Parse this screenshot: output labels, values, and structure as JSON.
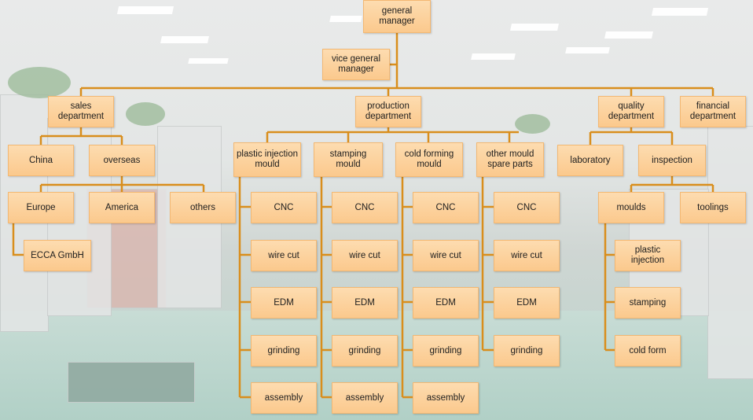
{
  "nodes": {
    "gm": "general\nmanager",
    "vgm": "vice general\nmanager",
    "sales": "sales\ndepartment",
    "production": "production\ndepartment",
    "quality": "quality\ndepartment",
    "financial": "financial\ndepartment",
    "china": "China",
    "overseas": "overseas",
    "europe": "Europe",
    "america": "America",
    "others": "others",
    "ecca": "ECCA GmbH",
    "pim": "plastic injection\nmould",
    "stamp": "stamping mould",
    "cold": "cold forming\nmould",
    "other": "other mould\nspare parts",
    "lab": "laboratory",
    "insp": "inspection",
    "moulds": "moulds",
    "tool": "toolings",
    "pim_cnc": "CNC",
    "pim_wire": "wire cut",
    "pim_edm": "EDM",
    "pim_grind": "grinding",
    "pim_asm": "assembly",
    "st_cnc": "CNC",
    "st_wire": "wire cut",
    "st_edm": "EDM",
    "st_grind": "grinding",
    "st_asm": "assembly",
    "cf_cnc": "CNC",
    "cf_wire": "wire cut",
    "cf_edm": "EDM",
    "cf_grind": "grinding",
    "cf_asm": "assembly",
    "om_cnc": "CNC",
    "om_wire": "wire cut",
    "om_edm": "EDM",
    "om_grind": "grinding",
    "m_pi": "plastic injection",
    "m_stamp": "stamping",
    "m_cold": "cold form"
  },
  "colors": {
    "node_top": "#fddcb0",
    "node_bottom": "#fbc98d",
    "connector": "#d98e1c"
  }
}
